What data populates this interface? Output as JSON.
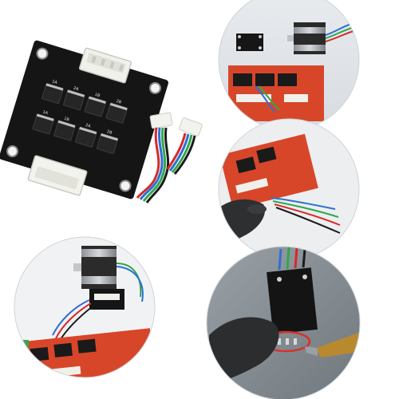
{
  "image": {
    "description_kind": "product photo collage",
    "panels": [
      {
        "id": "main",
        "subject": "black driver module board with two white connectors and cable"
      },
      {
        "id": "circle-1",
        "subject": "module beside stepper motor above red control board"
      },
      {
        "id": "circle-2",
        "subject": "hand connecting cable to red control board"
      },
      {
        "id": "circle-3",
        "subject": "stepper motor wired to module on red board"
      },
      {
        "id": "circle-4",
        "subject": "module held while soldering iron touches pins"
      }
    ],
    "board_labels": [
      "1A",
      "2A",
      "1B",
      "2B",
      "1A",
      "1B",
      "2A",
      "2B"
    ],
    "colors": {
      "board": "#141414",
      "pcb_red": "#d8462a",
      "connector": "#f2f2ee",
      "wire_red": "#d42a2a",
      "wire_blue": "#2f6fd6",
      "wire_green": "#2fa84a",
      "wire_black": "#1b1b1b",
      "circle_border": "#cfd4d8"
    }
  }
}
